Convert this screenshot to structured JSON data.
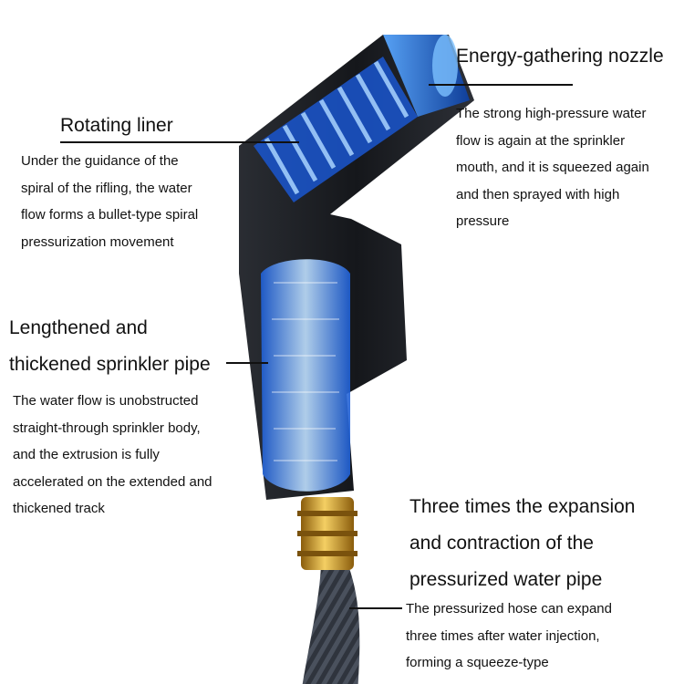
{
  "callouts": {
    "nozzle": {
      "title": "Energy-gathering nozzle",
      "text": "The strong high-pressure water\nflow is again at the sprinkler\nmouth, and it is squeezed again\nand then sprayed with high\npressure"
    },
    "liner": {
      "title": "Rotating liner",
      "text": "Under the guidance of the\nspiral of the rifling, the water\nflow forms a bullet-type spiral\npressurization movement"
    },
    "pipe": {
      "title": "Lengthened and\nthickened sprinkler pipe",
      "text": "The water flow is unobstructed\nstraight-through sprinkler body,\nand the extrusion is fully\naccelerated on the extended and\nthickened track"
    },
    "hose": {
      "title": "Three times the expansion\nand contraction of the\npressurized water pipe",
      "text": "The pressurized hose can expand\nthree times after water injection,\nforming a squeeze-type"
    }
  },
  "colors": {
    "body": "#1b1d22",
    "water": "#2f8cff",
    "brass": "#c9951f",
    "hose": "#3a3f4a"
  }
}
